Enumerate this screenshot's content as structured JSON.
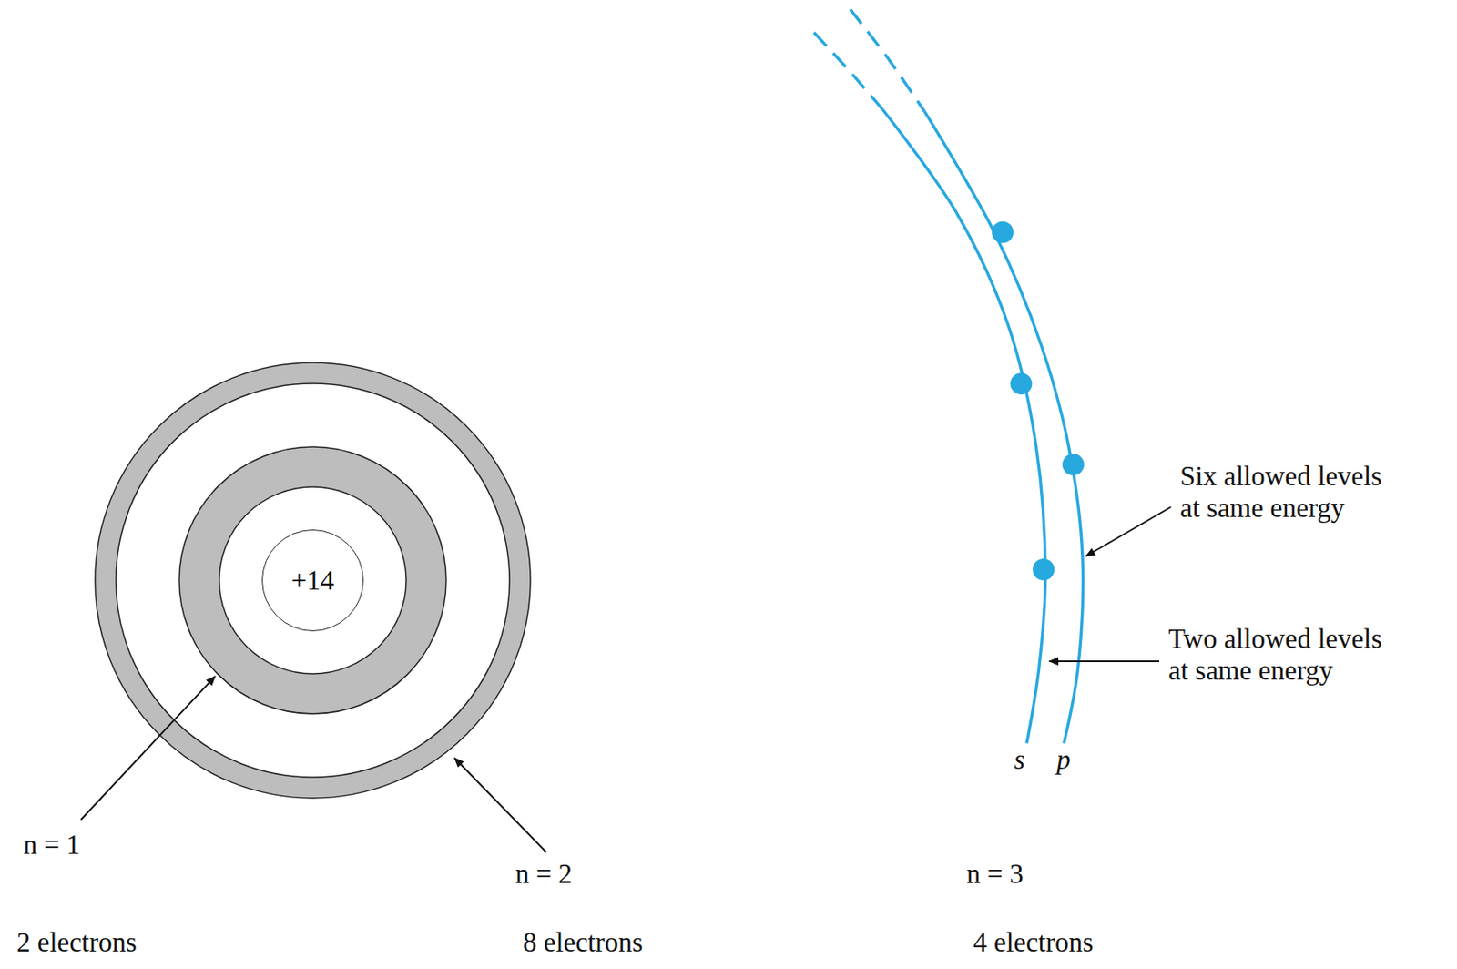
{
  "diagram": {
    "nodes": [
      {
        "text": [
          "+14"
        ]
      }
    ],
    "labels": [
      "n = 1",
      "n = 2",
      "n = 3",
      "2 electrons",
      "8 electrons",
      "4 electrons",
      "s",
      "p",
      "Six allowed levels at same energy",
      "Two allowed levels at same energy"
    ]
  }
}
